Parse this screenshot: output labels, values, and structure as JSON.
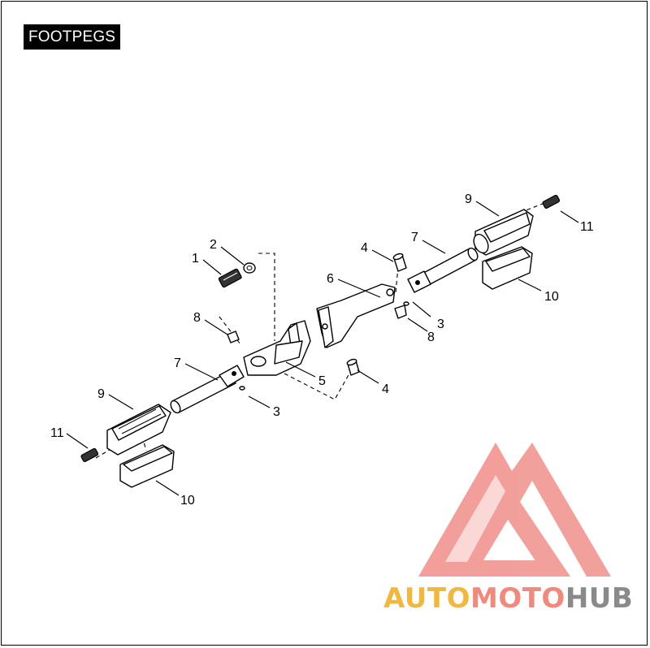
{
  "title": "FOOTPEGS",
  "callouts": {
    "c1": "1",
    "c2": "2",
    "c3a": "3",
    "c3b": "3",
    "c4a": "4",
    "c4b": "4",
    "c5": "5",
    "c6": "6",
    "c7a": "7",
    "c7b": "7",
    "c8a": "8",
    "c8b": "8",
    "c9a": "9",
    "c9b": "9",
    "c10a": "10",
    "c10b": "10",
    "c11a": "11",
    "c11b": "11"
  },
  "watermark": {
    "part1": "AUTO",
    "part2": "MOTO",
    "part3": "HUB",
    "color_auto": "#f0b840",
    "color_moto": "#f08a7e",
    "color_hub": "#8a8a8a",
    "logo_color": "#f08f8a"
  }
}
